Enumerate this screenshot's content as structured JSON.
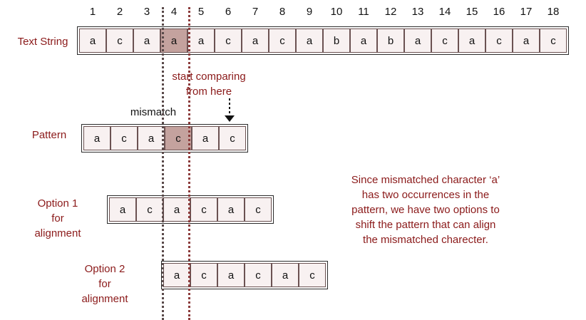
{
  "indices": [
    "1",
    "2",
    "3",
    "4",
    "5",
    "6",
    "7",
    "8",
    "9",
    "10",
    "11",
    "12",
    "13",
    "14",
    "15",
    "16",
    "17",
    "18"
  ],
  "text_string": {
    "label": "Text String",
    "chars": [
      "a",
      "c",
      "a",
      "a",
      "a",
      "c",
      "a",
      "c",
      "a",
      "b",
      "a",
      "b",
      "a",
      "c",
      "a",
      "c",
      "a",
      "c"
    ],
    "highlight_index": 3
  },
  "start_note": {
    "line1": "start comparing",
    "line2": "from here"
  },
  "mismatch_label": "mismatch",
  "pattern": {
    "label": "Pattern",
    "chars": [
      "a",
      "c",
      "a",
      "c",
      "a",
      "c"
    ],
    "highlight_index": 3
  },
  "option1": {
    "label_lines": [
      "Option 1",
      "for",
      "alignment"
    ],
    "chars": [
      "a",
      "c",
      "a",
      "c",
      "a",
      "c"
    ]
  },
  "option2": {
    "label_lines": [
      "Option 2",
      "for",
      "alignment"
    ],
    "chars": [
      "a",
      "c",
      "a",
      "c",
      "a",
      "c"
    ]
  },
  "explanation": [
    "Since mismatched character ‘a’",
    "has two occurrences in the",
    "pattern, we have two options to",
    "shift the pattern that can align",
    "the mismatched charecter."
  ],
  "colors": {
    "label_red": "#8b1a1a",
    "highlight": "#c4a29e",
    "cell_bg": "#f8f1f1"
  }
}
